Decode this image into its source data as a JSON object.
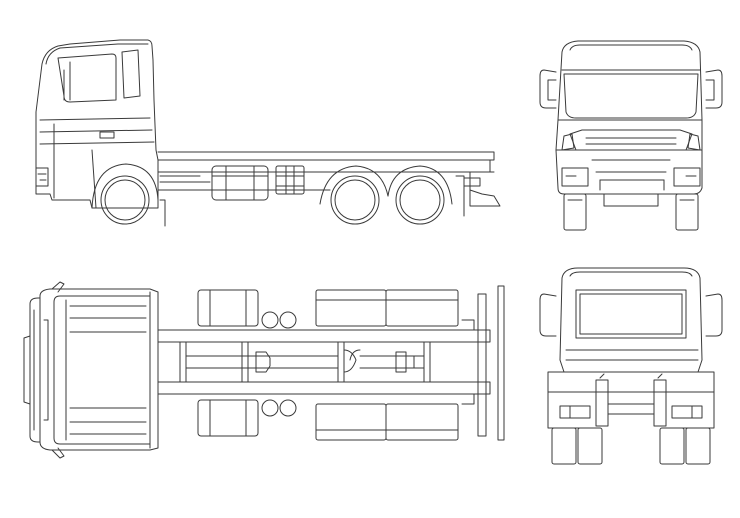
{
  "drawing": {
    "stroke_color": "#3a3a3a",
    "background": "#ffffff",
    "views": [
      {
        "id": "side",
        "subject": "truck-side-view"
      },
      {
        "id": "front",
        "subject": "truck-front-view"
      },
      {
        "id": "top",
        "subject": "truck-top-view"
      },
      {
        "id": "rear",
        "subject": "truck-rear-view"
      }
    ]
  }
}
